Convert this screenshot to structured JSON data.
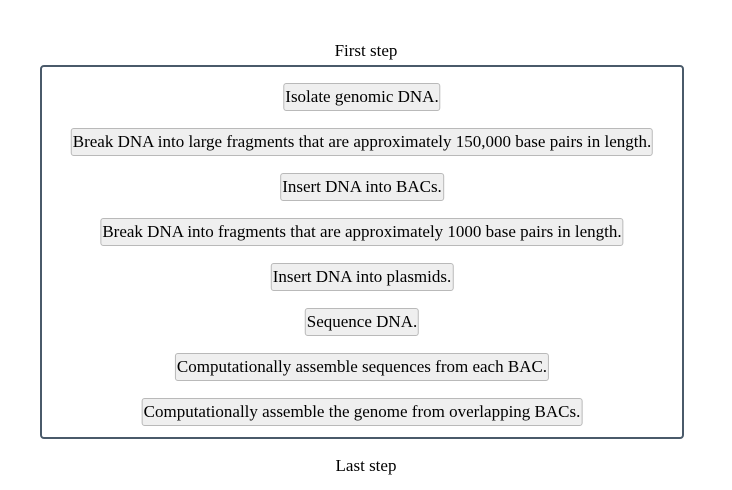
{
  "labels": {
    "first": "First step",
    "last": "Last step"
  },
  "steps": [
    "Isolate genomic DNA.",
    "Break DNA into large fragments that are approximately 150,000 base pairs in length.",
    "Insert DNA into BACs.",
    "Break DNA into fragments that are approximately 1000 base pairs in length.",
    "Insert DNA into plasmids.",
    "Sequence DNA.",
    "Computationally assemble sequences from each BAC.",
    "Computationally assemble the genome from overlapping BACs."
  ]
}
